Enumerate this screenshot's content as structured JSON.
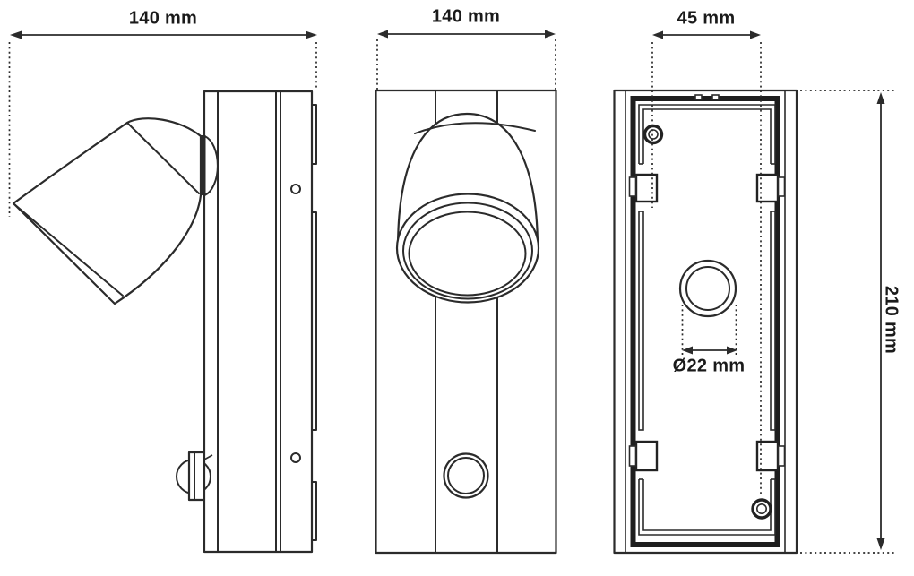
{
  "page": {
    "background": "#ffffff",
    "line_color": "#2b2b2b",
    "text_color": "#1a1a1a",
    "description": "Technical dimension drawing of a wall spotlight: side view, front view and back mounting plate view"
  },
  "labels": {
    "side_view_width": "140 mm",
    "front_view_width": "140 mm",
    "mount_hole_spacing": "45 mm",
    "cable_hole_diameter": "Ø22 mm",
    "overall_height": "210 mm"
  },
  "dimensions_mm": {
    "side_view_width": 140,
    "front_view_width": 140,
    "mount_hole_spacing": 45,
    "cable_hole_diameter": 22,
    "overall_height": 210
  }
}
